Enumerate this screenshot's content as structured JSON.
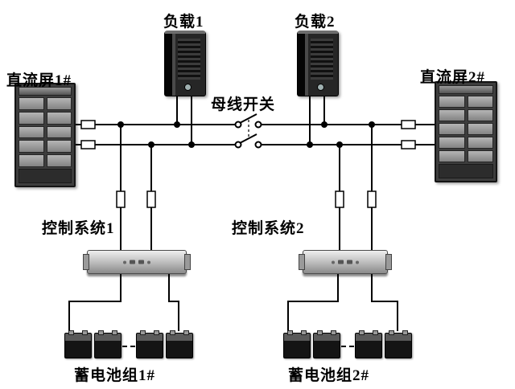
{
  "labels": {
    "dc_panel_1": "直流屏1#",
    "dc_panel_2": "直流屏2#",
    "load_1": "负载1",
    "load_2": "负载2",
    "bus_switch": "母线开关",
    "control_system_1": "控制系统1",
    "control_system_2": "控制系统2",
    "battery_group_1": "蓄电池组1#",
    "battery_group_2": "蓄电池组2#"
  },
  "colors": {
    "background": "#ffffff",
    "wire": "#000000",
    "component_dark": "#1f1f1f",
    "component_light": "#c9c9c9"
  }
}
